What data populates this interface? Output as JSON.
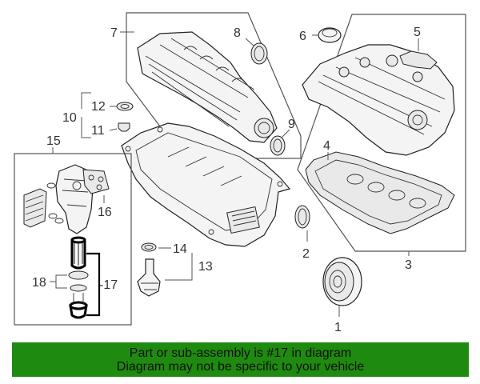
{
  "callouts": {
    "c1": "1",
    "c2": "2",
    "c3": "3",
    "c4": "4",
    "c5": "5",
    "c6": "6",
    "c7": "7",
    "c8": "8",
    "c9": "9",
    "c10": "10",
    "c11": "11",
    "c12": "12",
    "c13": "13",
    "c14": "14",
    "c15": "15",
    "c16": "16",
    "c17": "-17",
    "c18": "18"
  },
  "banner": {
    "line1": "Part or sub-assembly is #17 in diagram",
    "line2": "Diagram may not be specific to your vehicle"
  },
  "colors": {
    "banner_bg": "#1f8a10",
    "banner_text": "#111111",
    "line": "#555555"
  }
}
